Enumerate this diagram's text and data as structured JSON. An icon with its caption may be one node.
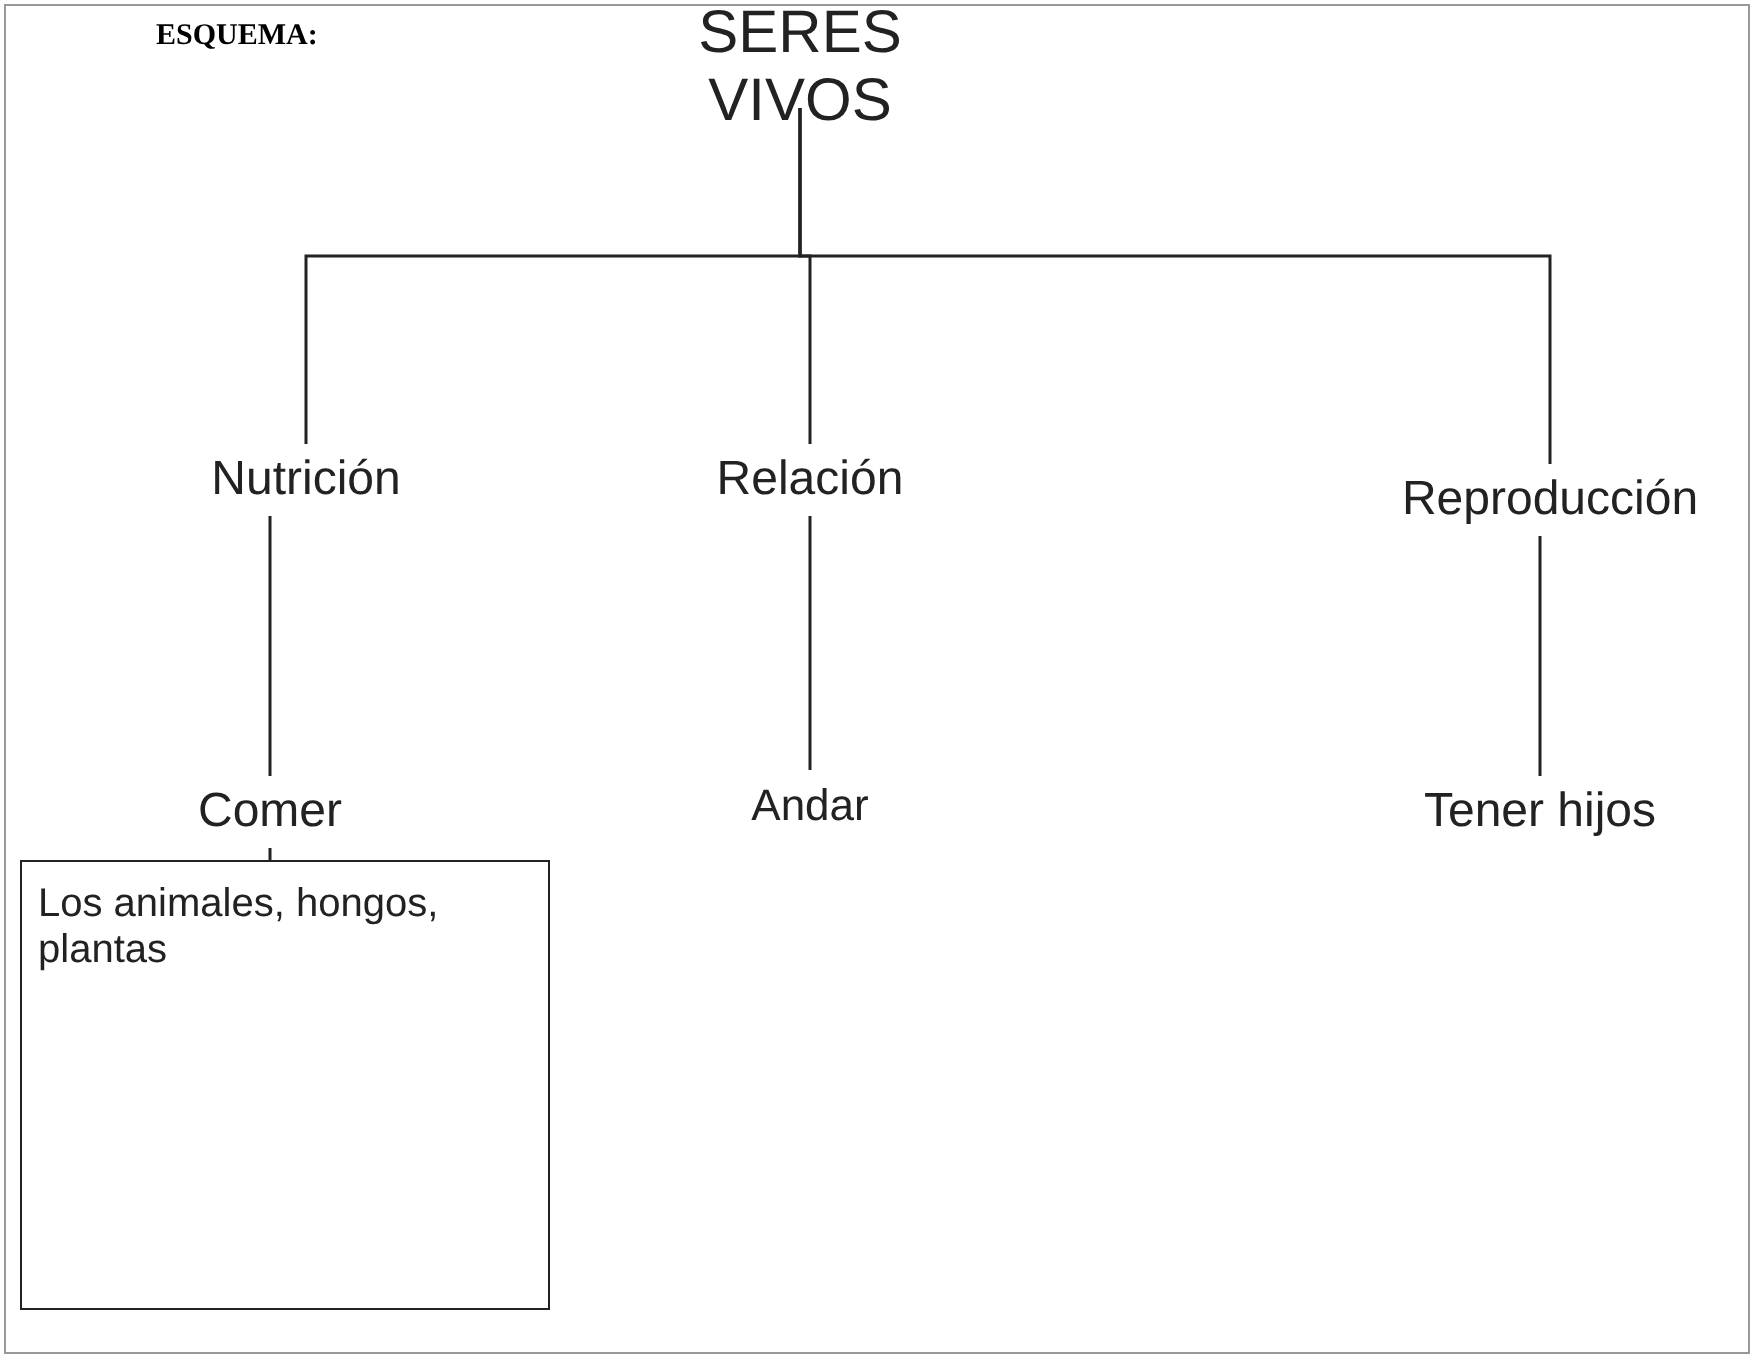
{
  "diagram": {
    "title": "ESQUEMA:",
    "nodes": [
      {
        "text": [
          "SERES VIVOS"
        ]
      },
      {
        "text": [
          "Nutrición"
        ]
      },
      {
        "text": [
          "Relación"
        ]
      },
      {
        "text": [
          "Reproducción"
        ]
      },
      {
        "text": [
          "Comer"
        ]
      },
      {
        "text": [
          "Andar"
        ]
      },
      {
        "text": [
          "Tener hijos"
        ]
      },
      {
        "text": [
          "Los animales, hongos, plantas"
        ]
      }
    ],
    "edges": [
      {
        "from": 0,
        "to": 1,
        "arrow": "none"
      },
      {
        "from": 0,
        "to": 2,
        "arrow": "none"
      },
      {
        "from": 0,
        "to": 3,
        "arrow": "none"
      },
      {
        "from": 1,
        "to": 4,
        "arrow": "none"
      },
      {
        "from": 2,
        "to": 5,
        "arrow": "none"
      },
      {
        "from": 3,
        "to": 6,
        "arrow": "none"
      },
      {
        "from": 4,
        "to": 7,
        "arrow": "none"
      }
    ]
  }
}
